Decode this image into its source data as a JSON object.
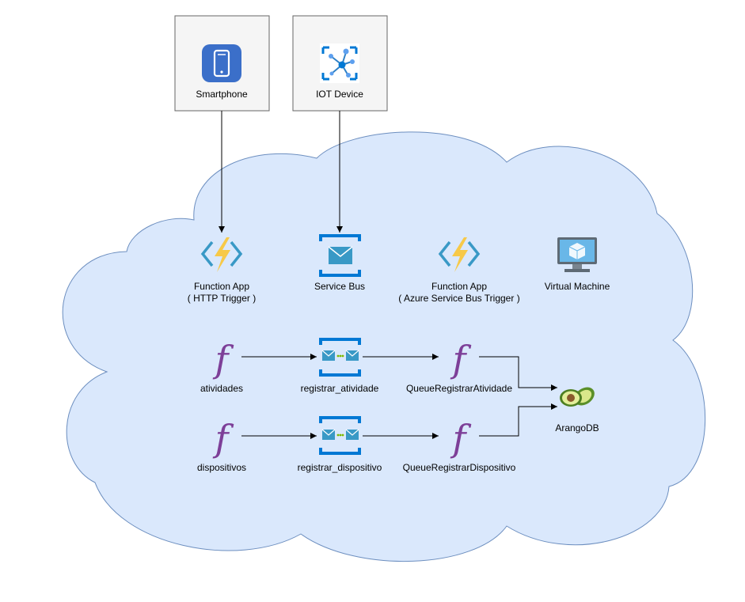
{
  "colors": {
    "cloud_fill": "#dae8fc",
    "cloud_stroke": "#6c8ebf",
    "device_box_fill": "#f5f5f5",
    "device_box_stroke": "#666666",
    "azure_blue": "#0078d4",
    "function_bolt": "#f7c948",
    "function_glyph": "#7d3f98",
    "queue_dots": "#7fba00"
  },
  "devices": {
    "smartphone": {
      "label": "Smartphone",
      "icon": "smartphone-icon"
    },
    "iot": {
      "label": "IOT Device",
      "icon": "iot-hub-icon"
    }
  },
  "services": {
    "function_http": {
      "line1": "Function App",
      "line2": "( HTTP Trigger )",
      "icon": "function-app-icon"
    },
    "service_bus": {
      "label": "Service Bus",
      "icon": "service-bus-icon"
    },
    "function_sb": {
      "line1": "Function App",
      "line2": "( Azure Service Bus Trigger )",
      "icon": "function-app-icon"
    },
    "vm": {
      "label": "Virtual Machine",
      "icon": "virtual-machine-icon"
    }
  },
  "flows": {
    "row1": {
      "function": "atividades",
      "queue": "registrar_atividade",
      "trigger": "QueueRegistrarAtividade"
    },
    "row2": {
      "function": "dispositivos",
      "queue": "registrar_dispositivo",
      "trigger": "QueueRegistrarDispositivo"
    }
  },
  "database": {
    "label": "ArangoDB",
    "icon": "avocado-icon"
  },
  "glyphs": {
    "function_symbol": "f"
  }
}
